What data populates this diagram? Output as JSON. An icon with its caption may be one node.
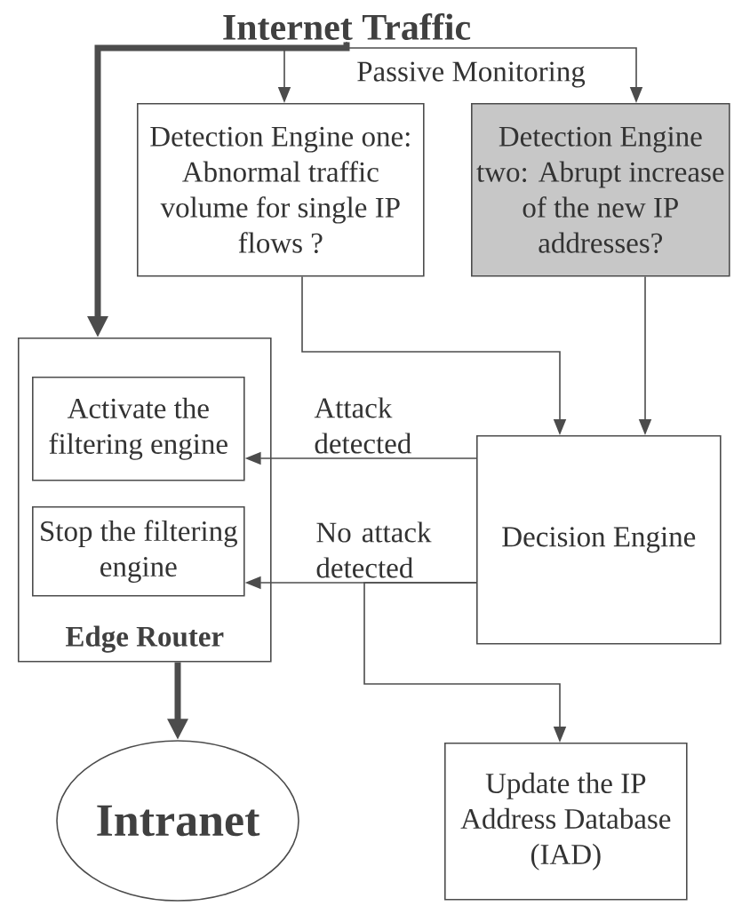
{
  "diagram": {
    "nodes": [
      {
        "text": [
          "Internet Traffic"
        ]
      },
      {
        "text": [
          "Detection Engine one: Abnormal traffic volume for single IP flows ?"
        ]
      },
      {
        "text": [
          "Detection Engine two: Abrupt increase of the new IP addresses?"
        ]
      },
      {
        "text": [
          "Edge Router"
        ]
      },
      {
        "text": [
          "Activate the filtering engine"
        ],
        "in": 3
      },
      {
        "text": [
          "Stop the filtering engine"
        ],
        "in": 3
      },
      {
        "text": [
          "Decision Engine"
        ]
      },
      {
        "text": [
          "Intranet"
        ]
      },
      {
        "text": [
          "Update the IP Address Database (IAD)"
        ]
      }
    ],
    "edges": [
      {
        "from": 0,
        "to": 3,
        "arrow": "to",
        "style": "thick"
      },
      {
        "from": 0,
        "to": 1,
        "arrow": "to"
      },
      {
        "from": 0,
        "to": 2,
        "arrow": "to"
      },
      {
        "from": 1,
        "to": 6,
        "arrow": "to"
      },
      {
        "from": 2,
        "to": 6,
        "arrow": "to"
      },
      {
        "from": 6,
        "to": 4,
        "arrow": "to",
        "label": "Attack detected"
      },
      {
        "from": 6,
        "to": 5,
        "arrow": "to",
        "label": "No attack detected"
      },
      {
        "from": 6,
        "to": 8,
        "arrow": "to"
      },
      {
        "from": 3,
        "to": 7,
        "arrow": "to",
        "style": "thick"
      }
    ],
    "labels": [
      "Passive Monitoring"
    ]
  }
}
